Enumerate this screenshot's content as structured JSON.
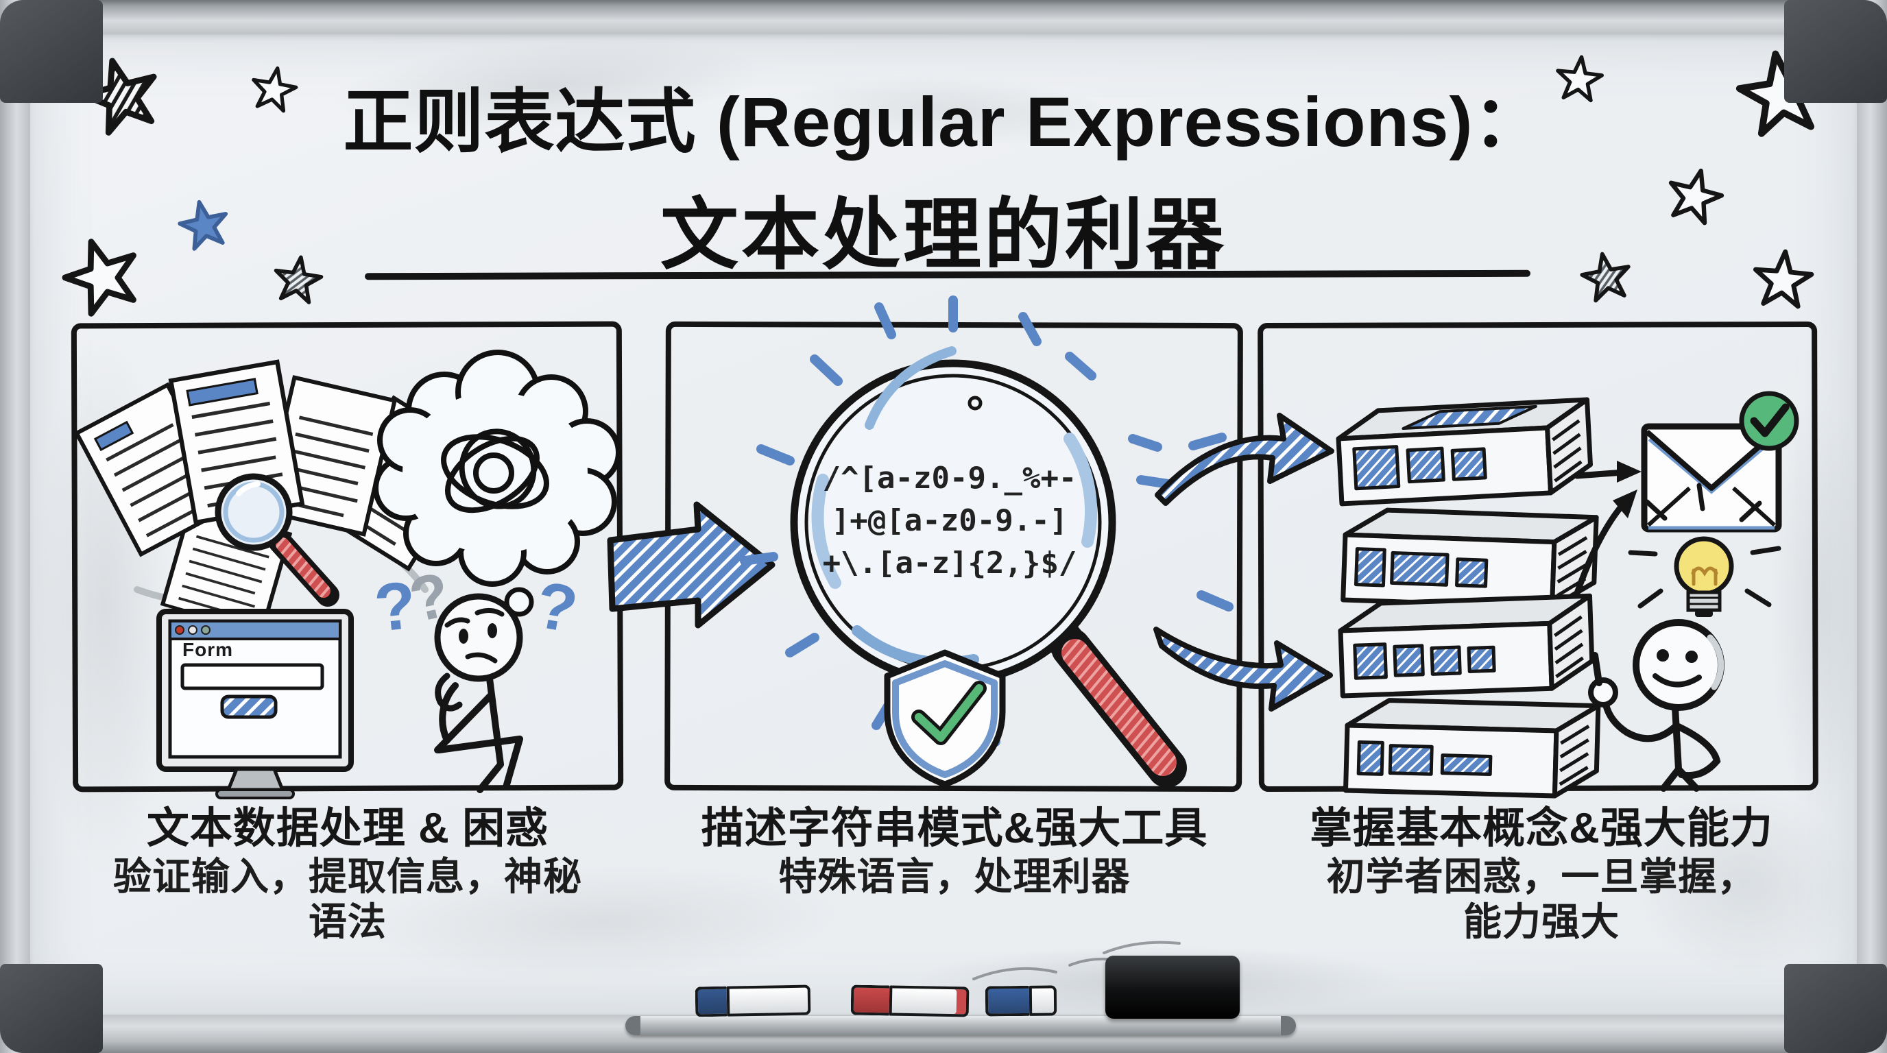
{
  "meta": {
    "kind": "hand-drawn whiteboard diagram",
    "language": "zh-CN"
  },
  "title": {
    "line1": "正则表达式 (Regular Expressions)：",
    "line2": "文本处理的利器"
  },
  "panels": [
    {
      "heading": "文本数据处理 & 困惑",
      "body_lines": [
        "验证输入，提取信息，神秘",
        "语法"
      ],
      "window": {
        "label": "Form"
      },
      "icons": [
        "documents-stack",
        "magnifying-glass",
        "thought-scribble-cloud",
        "question-marks",
        "monitor-form",
        "thinking-stick-figure"
      ]
    },
    {
      "heading": "描述字符串模式&强大工具",
      "body_lines": [
        "特殊语言，处理利器"
      ],
      "regex_lines": [
        "/^[a-z0-9._%+-",
        "]+@[a-z0-9.-]",
        "+\\.[a-z]{2,}$/"
      ],
      "icons": [
        "block-arrow",
        "magnifying-glass-large",
        "sparkle-dashes",
        "shield-check"
      ]
    },
    {
      "heading": "掌握基本概念&强大能力",
      "body_lines": [
        "初学者困惑，一旦掌握，",
        "能力强大"
      ],
      "icons": [
        "curved-arrows",
        "server-stack",
        "arrow-right",
        "envelope-verified",
        "lightbulb",
        "happy-stick-figure"
      ]
    }
  ],
  "decorations": {
    "question_mark": "?",
    "stars_count": 10,
    "tray_markers": [
      "blue",
      "red",
      "blue"
    ],
    "eraser": "black"
  },
  "colors": {
    "ink": "#151515",
    "blue": "#5b86c5",
    "blue_fill": "#6f97cc",
    "red": "#cc4f55",
    "green": "#57b87b",
    "yellow": "#f4e27a",
    "board": "#edf0f3",
    "frame": "#c7cbcf"
  }
}
